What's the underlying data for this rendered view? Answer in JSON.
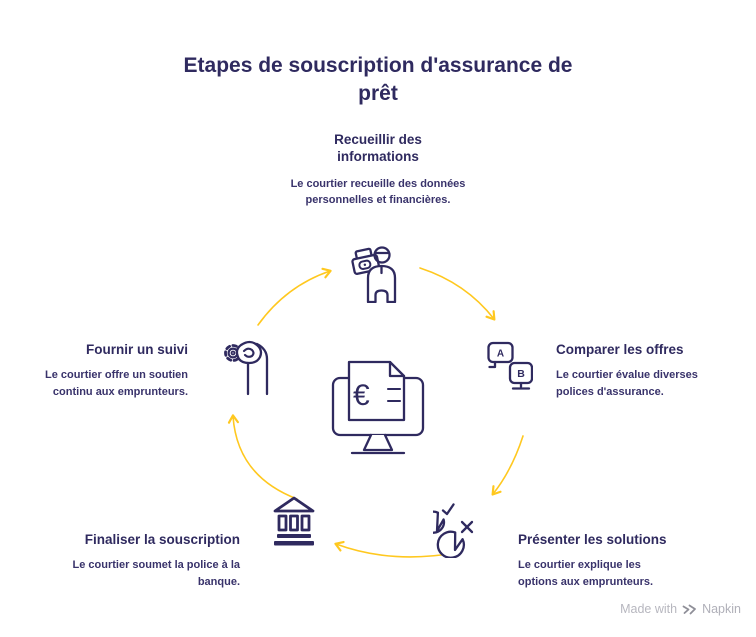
{
  "colors": {
    "ink": "#2f2a5f",
    "arrow": "#ffc81f",
    "watermark_gray": "#b7b7bf"
  },
  "title": "Etapes de souscription d'assurance de\nprêt",
  "steps": [
    {
      "id": "recueillir",
      "position": "top",
      "icon": "person-wallet-icon",
      "title": "Recueillir des informations",
      "description": "Le courtier recueille des données personnelles et financières."
    },
    {
      "id": "comparer",
      "position": "right",
      "icon": "ab-screens-icon",
      "title": "Comparer les offres",
      "description": "Le courtier évalue diverses polices d'assurance."
    },
    {
      "id": "presenter",
      "position": "bottom-right",
      "icon": "chat-check-cross-icon",
      "title": "Présenter les solutions",
      "description": "Le courtier explique les options aux emprunteurs."
    },
    {
      "id": "finaliser",
      "position": "bottom-left",
      "icon": "bank-icon",
      "title": "Finaliser la souscription",
      "description": "Le courtier soumet la police à la banque."
    },
    {
      "id": "suivi",
      "position": "left",
      "icon": "hand-gear-icon",
      "title": "Fournir un suivi",
      "description": "Le courtier offre un soutien continu aux emprunteurs."
    }
  ],
  "center_icon": {
    "name": "monitor-euro-document-icon",
    "currency_symbol": "€"
  },
  "icon_letters": {
    "a": "A",
    "b": "B"
  },
  "watermark": {
    "prefix": "Made with",
    "brand": "Napkin"
  }
}
